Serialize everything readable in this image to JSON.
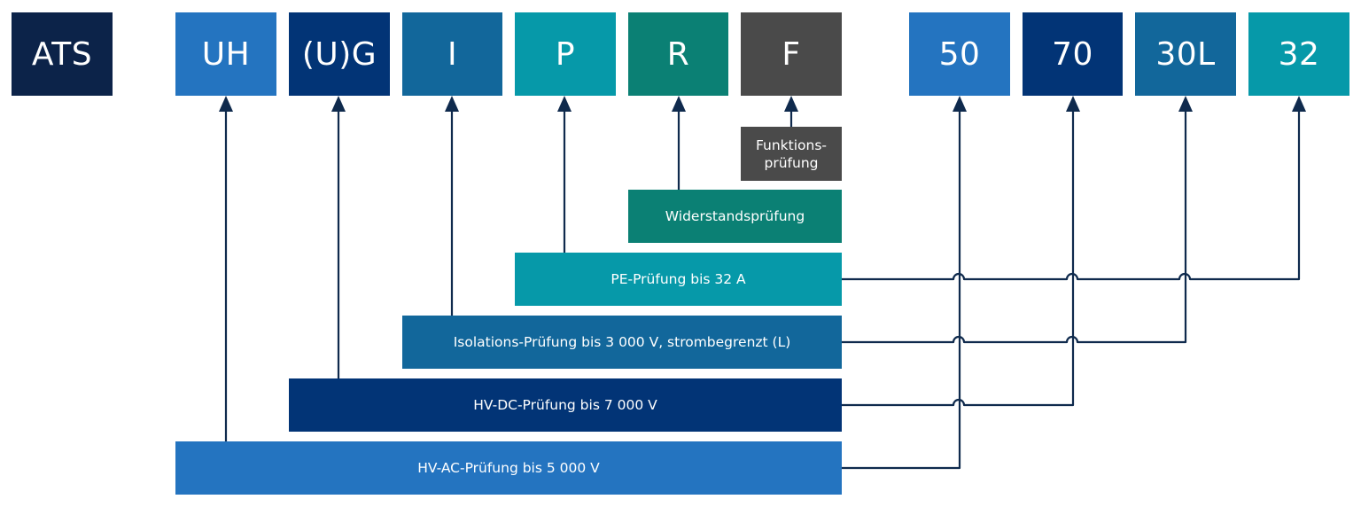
{
  "colors": {
    "navy": "#0c2349",
    "blue": "#2474c0",
    "darkblue": "#023476",
    "steel": "#12679b",
    "teal": "#0699a9",
    "green": "#0b8074",
    "gray": "#4a4a4a",
    "line": "#0f2a4d"
  },
  "codes": {
    "ats": "ATS",
    "uh": "UH",
    "ug": "(U)G",
    "i": "I",
    "p": "P",
    "r": "R",
    "f": "F",
    "n50": "50",
    "n70": "70",
    "n30l": "30L",
    "n32": "32"
  },
  "tests": {
    "funktion_line1": "Funktions-",
    "funktion_line2": "prüfung",
    "widerstand": "Widerstandsprüfung",
    "pe": "PE-Prüfung bis 32 A",
    "isolation": "Isolations-Prüfung bis 3 000 V, strombegrenzt (L)",
    "hvdc": "HV-DC-Prüfung bis 7 000 V",
    "hvac": "HV-AC-Prüfung bis 5 000 V"
  }
}
